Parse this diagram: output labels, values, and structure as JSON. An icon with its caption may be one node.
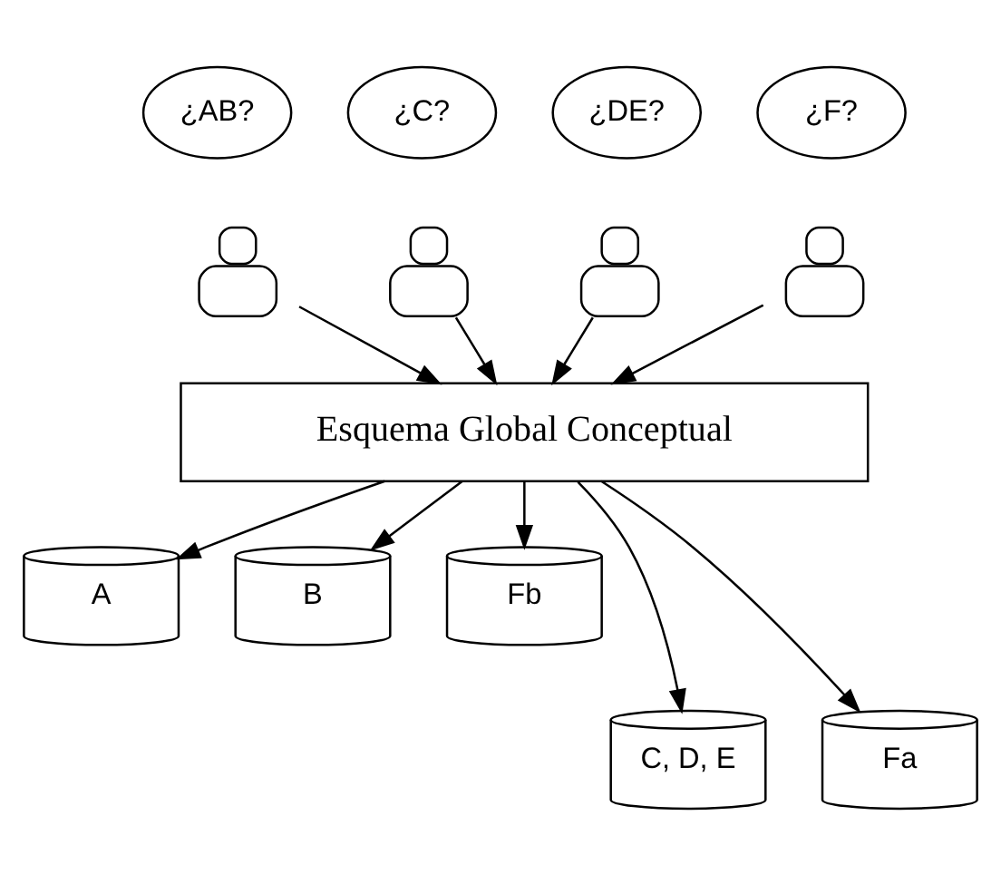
{
  "diagram": {
    "nodes": [
      {
        "text": [
          "¿AB?"
        ]
      },
      {
        "text": [
          "¿C?"
        ]
      },
      {
        "text": [
          "¿DE?"
        ]
      },
      {
        "text": [
          "¿F?"
        ]
      },
      {
        "text": [],
        "shape": "person"
      },
      {
        "text": [],
        "shape": "person"
      },
      {
        "text": [],
        "shape": "person"
      },
      {
        "text": [],
        "shape": "person"
      },
      {
        "text": [
          "Esquema Global Conceptual"
        ]
      },
      {
        "text": [
          "A"
        ]
      },
      {
        "text": [
          "B"
        ]
      },
      {
        "text": [
          "Fb"
        ]
      },
      {
        "text": [
          "C, D, E"
        ]
      },
      {
        "text": [
          "Fa"
        ]
      }
    ],
    "edges": [
      {
        "from": 4,
        "to": 8,
        "arrow": "to"
      },
      {
        "from": 5,
        "to": 8,
        "arrow": "to"
      },
      {
        "from": 6,
        "to": 8,
        "arrow": "to"
      },
      {
        "from": 7,
        "to": 8,
        "arrow": "to"
      },
      {
        "from": 8,
        "to": 9,
        "arrow": "to"
      },
      {
        "from": 8,
        "to": 10,
        "arrow": "to"
      },
      {
        "from": 8,
        "to": 11,
        "arrow": "to"
      },
      {
        "from": 8,
        "to": 12,
        "arrow": "to"
      },
      {
        "from": 8,
        "to": 13,
        "arrow": "to"
      }
    ]
  }
}
